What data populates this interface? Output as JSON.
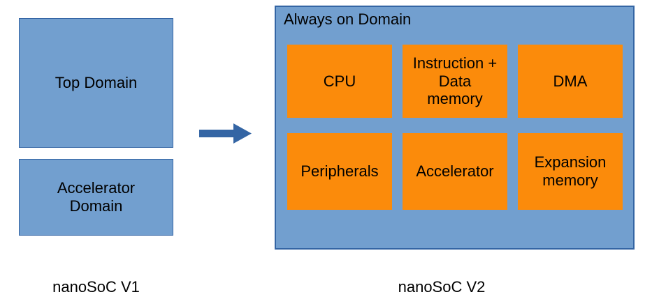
{
  "colors": {
    "blue_fill": "#729FCF",
    "blue_border": "#3465A4",
    "orange_fill": "#FB8B0B",
    "arrow_fill": "#3465A4",
    "text": "#000000",
    "background": "#FFFFFF"
  },
  "v1": {
    "caption": "nanoSoC V1",
    "top_domain_label": "Top Domain",
    "accelerator_domain_label": "Accelerator\nDomain"
  },
  "v2": {
    "caption": "nanoSoC V2",
    "container_title": "Always on Domain",
    "cells": [
      {
        "label": "CPU"
      },
      {
        "label": "Instruction +\nData\nmemory"
      },
      {
        "label": "DMA"
      },
      {
        "label": "Peripherals"
      },
      {
        "label": "Accelerator"
      },
      {
        "label": "Expansion\nmemory"
      }
    ]
  }
}
